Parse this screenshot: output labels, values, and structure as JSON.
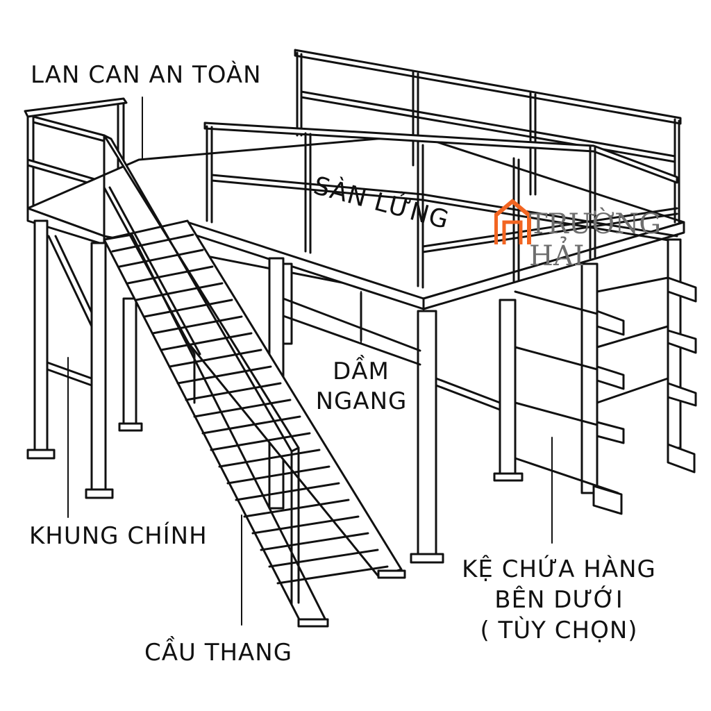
{
  "labels": {
    "lan_can": "LAN CAN AN TOÀN",
    "san_lung": "SÀN LỬNG",
    "dam_ngang_1": "DẦM",
    "dam_ngang_2": "NGANG",
    "khung_chinh": "KHUNG CHÍNH",
    "cau_thang": "CẦU THANG",
    "ke_1": "KỆ CHỨA HÀNG",
    "ke_2": "BÊN DƯỚI",
    "ke_3": "( TÙY CHỌN)"
  },
  "logo": {
    "text": "TRƯỜNG HẢI",
    "mark_color": "#f26522",
    "text_color": "#6e6e6e"
  },
  "colors": {
    "line": "#111111",
    "fill": "#ffffff"
  }
}
